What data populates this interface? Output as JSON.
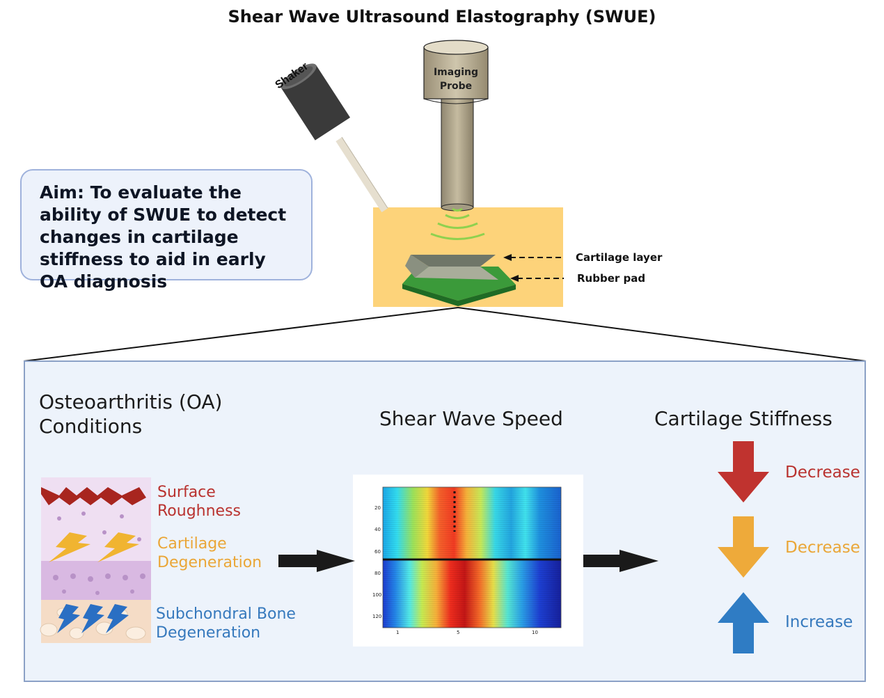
{
  "title": "Shear Wave Ultrasound Elastography (SWUE)",
  "aim": "Aim: To evaluate the ability of SWUE to detect changes in cartilage stiffness to aid in early OA diagnosis",
  "apparatus": {
    "shaker_label": "Shaker",
    "probe_label": "Imaging Probe",
    "cartilage_label": "Cartilage layer",
    "rubber_label": "Rubber pad"
  },
  "panel": {
    "oa_header_line1": "Osteoarthritis (OA)",
    "oa_header_line2": "Conditions",
    "speed_header": "Shear Wave Speed",
    "stiffness_header": "Cartilage Stiffness",
    "conditions": [
      {
        "line1": "Surface",
        "line2": "Roughness",
        "color": "#b9322f"
      },
      {
        "line1": "Cartilage",
        "line2": "Degeneration",
        "color": "#eaa637"
      },
      {
        "line1": "Subchondral Bone",
        "line2": "Degeneration",
        "color": "#3679bd"
      }
    ],
    "stiffness": [
      {
        "label": "Decrease",
        "direction": "down",
        "color": "#c0332f"
      },
      {
        "label": "Decrease",
        "direction": "down",
        "color": "#eeaa3a"
      },
      {
        "label": "Increase",
        "direction": "up",
        "color": "#2f7cc4"
      }
    ],
    "heatmap": {
      "y_ticks": [
        "20",
        "40",
        "60",
        "80",
        "100",
        "120"
      ],
      "x_ticks": [
        "1",
        "5",
        "10"
      ]
    }
  },
  "colors": {
    "specimen_bg": "#fdd37a",
    "wave": "#8fd14f",
    "panel_bg": "#edf3fb"
  }
}
